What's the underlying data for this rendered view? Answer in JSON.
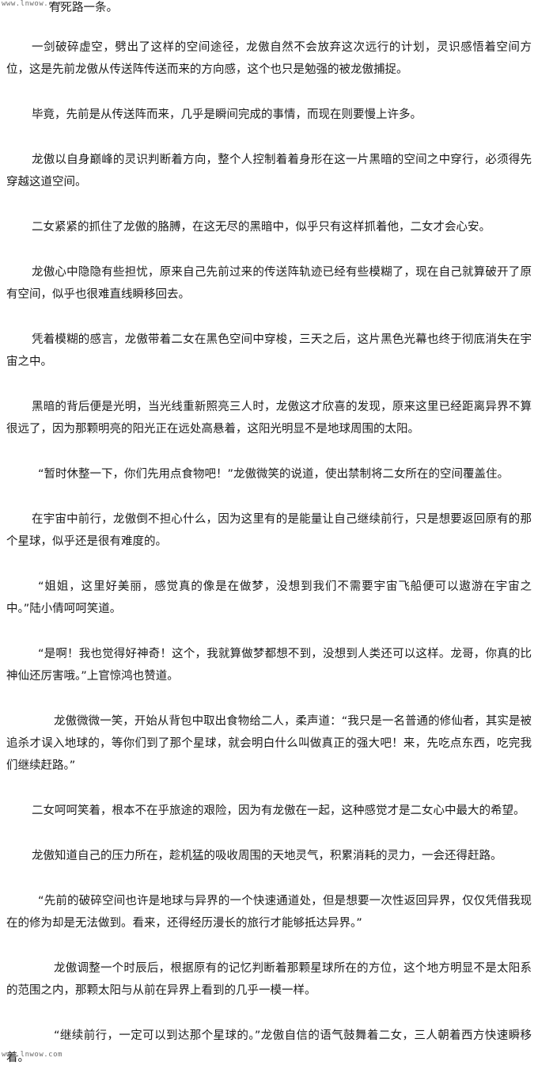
{
  "watermark": "www.lnwow.com",
  "top_fragment": "有死路一条。",
  "paragraphs": [
    {
      "text": "一剑破碎虚空，劈出了这样的空间途径，龙傲自然不会放弃这次远行的计划，灵识感悟着空间方位，这是先前龙傲从传送阵传送而来的方向感，这个也只是勉强的被龙傲捕捉。",
      "style": "normal"
    },
    {
      "text": "毕竟，先前是从传送阵而来，几乎是瞬间完成的事情，而现在则要慢上许多。",
      "style": "normal"
    },
    {
      "text": "龙傲以自身巅峰的灵识判断着方向，整个人控制着着身形在这一片黑暗的空间之中穿行，必须得先穿越这道空间。",
      "style": "normal"
    },
    {
      "text": "二女紧紧的抓住了龙傲的胳膊，在这无尽的黑暗中，似乎只有这样抓着他，二女才会心安。",
      "style": "normal"
    },
    {
      "text": "龙傲心中隐隐有些担忧，原来自己先前过来的传送阵轨迹已经有些模糊了，现在自己就算破开了原有空间，似乎也很难直线瞬移回去。",
      "style": "normal"
    },
    {
      "text": "凭着模糊的感言，龙傲带着二女在黑色空间中穿梭，三天之后，这片黑色光幕也终于彻底消失在宇宙之中。",
      "style": "normal"
    },
    {
      "text": "黑暗的背后便是光明，当光线重新照亮三人时，龙傲这才欣喜的发现，原来这里已经距离异界不算很远了，因为那颗明亮的阳光正在远处高悬着，这阳光明显不是地球周围的太阳。",
      "style": "normal"
    },
    {
      "text": "“暂时休整一下，你们先用点食物吧！”龙傲微笑的说道，使出禁制将二女所在的空间覆盖住。",
      "style": "md"
    },
    {
      "text": "在宇宙中前行，龙傲倒不担心什么，因为这里有的是能量让自己继续前行，只是想要返回原有的那个星球，似乎还是很有难度的。",
      "style": "normal"
    },
    {
      "text": "“姐姐，这里好美丽，感觉真的像是在做梦，没想到我们不需要宇宙飞船便可以遨游在宇宙之中。”陆小倩呵呵笑道。",
      "style": "md"
    },
    {
      "text": "“是啊！我也觉得好神奇！这个，我就算做梦都想不到，没想到人类还可以这样。龙哥，你真的比神仙还厉害哦。”上官惊鸿也赞道。",
      "style": "md"
    },
    {
      "text": "龙傲微微一笑，开始从背包中取出食物给二人，柔声道：“我只是一名普通的修仙者，其实是被追杀才误入地球的，等你们到了那个星球，就会明白什么叫做真正的强大吧！来，先吃点东西，吃完我们继续赶路。”",
      "style": "lg"
    },
    {
      "text": "二女呵呵笑着，根本不在乎旅途的艰险，因为有龙傲在一起，这种感觉才是二女心中最大的希望。",
      "style": "normal"
    },
    {
      "text": "龙傲知道自己的压力所在，趁机猛的吸收周围的天地灵气，积累消耗的灵力，一会还得赶路。",
      "style": "normal"
    },
    {
      "text": "“先前的破碎空间也许是地球与异界的一个快速通道处，但是想要一次性返回异界，仅仅凭借我现在的修为却是无法做到。看来，还得经历漫长的旅行才能够抵达异界。”",
      "style": "md"
    },
    {
      "text": "龙傲调整一个时辰后，根据原有的记忆判断着那颗星球所在的方位，这个地方明显不是太阳系的范围之内，那颗太阳与从前在异界上看到的几乎一模一样。",
      "style": "lg"
    },
    {
      "text": "“继续前行，一定可以到达那个星球的。”龙傲自信的语气鼓舞着二女，三人朝着西方快速瞬移着。",
      "style": "lg"
    }
  ]
}
